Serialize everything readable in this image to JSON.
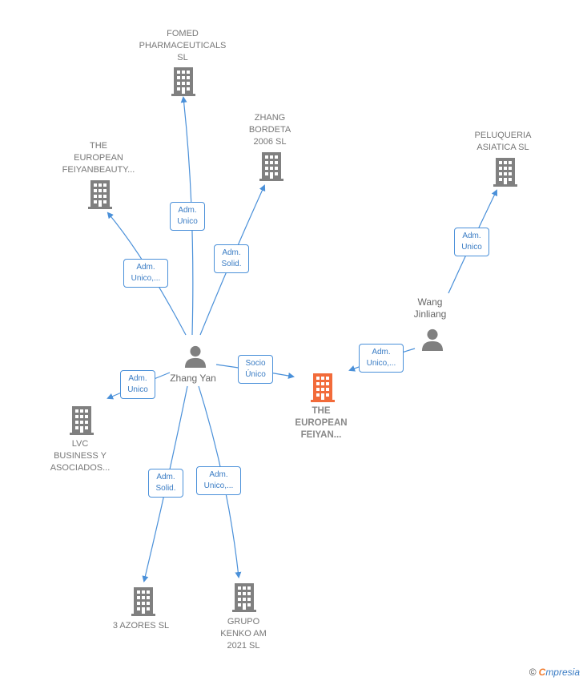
{
  "colors": {
    "company": "#808080",
    "main_company": "#f26b3a",
    "person": "#808080",
    "edge": "#4a90d9"
  },
  "nodes": {
    "fomed": {
      "lines": [
        "FOMED",
        "PHARMACEUTICALS",
        "SL"
      ],
      "icon": "building-icon"
    },
    "zhang_bordeta": {
      "lines": [
        "ZHANG",
        "BORDETA",
        "2006  SL"
      ],
      "icon": "building-icon"
    },
    "european_feiyanbeauty": {
      "lines": [
        "THE",
        "EUROPEAN",
        "FEIYANBEAUTY..."
      ],
      "icon": "building-icon"
    },
    "peluqueria": {
      "lines": [
        "PELUQUERIA",
        "ASIATICA SL"
      ],
      "icon": "building-icon"
    },
    "wang": {
      "lines": [
        "Wang",
        "Jinliang"
      ],
      "icon": "person-icon"
    },
    "zhang_yan": {
      "lines": [
        "Zhang Yan"
      ],
      "icon": "person-icon"
    },
    "main": {
      "lines": [
        "THE",
        "EUROPEAN",
        "FEIYAN..."
      ],
      "icon": "building-icon"
    },
    "lvc": {
      "lines": [
        "LVC",
        "BUSINESS Y",
        "ASOCIADOS..."
      ],
      "icon": "building-icon"
    },
    "azores": {
      "lines": [
        "3 AZORES  SL"
      ],
      "icon": "building-icon"
    },
    "kenko": {
      "lines": [
        "GRUPO",
        "KENKO AM",
        "2021  SL"
      ],
      "icon": "building-icon"
    }
  },
  "edges": {
    "to_fomed": [
      "Adm.",
      "Unico"
    ],
    "to_bordeta": [
      "Adm.",
      "Solid."
    ],
    "to_feiyanbeauty": [
      "Adm.",
      "Unico,..."
    ],
    "to_peluqueria": [
      "Adm.",
      "Unico"
    ],
    "to_main_from_zhang": [
      "Socio",
      "Único"
    ],
    "to_main_from_wang": [
      "Adm.",
      "Unico,..."
    ],
    "to_lvc": [
      "Adm.",
      "Unico"
    ],
    "to_azores": [
      "Adm.",
      "Solid."
    ],
    "to_kenko": [
      "Adm.",
      "Unico,..."
    ]
  },
  "footer": {
    "copyright": "©",
    "brand_first": "C",
    "brand_rest": "mpresia"
  }
}
